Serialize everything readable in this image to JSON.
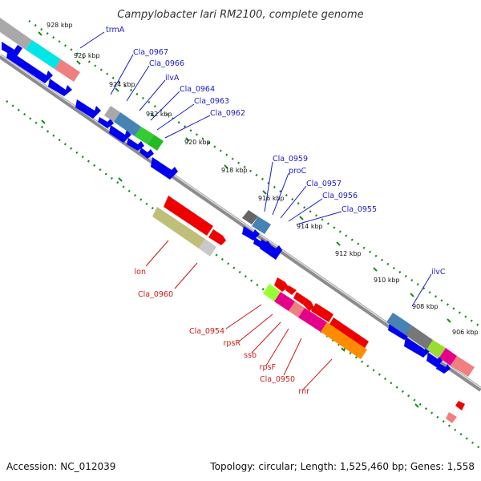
{
  "title": "Campylobacter lari RM2100, complete genome",
  "footer": {
    "accession": "Accession: NC_012039",
    "topology": "Topology: circular; Length: 1,525,460 bp; Genes: 1,558"
  },
  "colors": {
    "forward_cds": "#0000ee",
    "reverse_cds": "#ee0000",
    "backbone": "#8c8c8c",
    "blue_label": "#1a1acc",
    "red_label": "#cc1a1a",
    "tick": "#1a8a1a"
  },
  "ticks": [
    "928 kbp",
    "926 kbp",
    "924 kbp",
    "922 kbp",
    "920 kbp",
    "918 kbp",
    "916 kbp",
    "914 kbp",
    "912 kbp",
    "910 kbp",
    "908 kbp",
    "906 kbp"
  ],
  "forward_genes": [
    "trmA",
    "Cla_0967",
    "Cla_0966",
    "ilvA",
    "Cla_0964",
    "Cla_0963",
    "Cla_0962",
    "Cla_0959",
    "proC",
    "Cla_0957",
    "Cla_0956",
    "Cla_0955",
    "ilvC"
  ],
  "reverse_genes": [
    "lon",
    "Cla_0960",
    "Cla_0954",
    "rpsR",
    "ssb",
    "rpsF",
    "Cla_0950",
    "rnr"
  ]
}
